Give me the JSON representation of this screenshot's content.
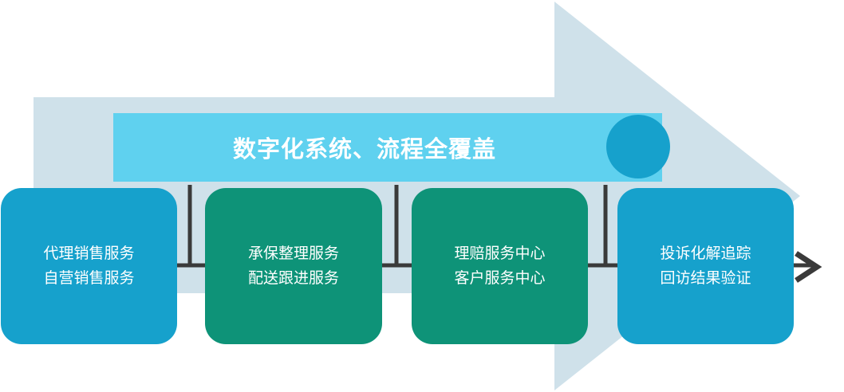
{
  "banner": {
    "title": "数字化系统、流程全覆盖"
  },
  "stages": [
    {
      "lines": [
        "代理销售服务",
        "自营销售服务"
      ]
    },
    {
      "lines": [
        "承保整理服务",
        "配送跟进服务"
      ]
    },
    {
      "lines": [
        "理赔服务中心",
        "客户服务中心"
      ]
    },
    {
      "lines": [
        "投诉化解追踪",
        "回访结果验证"
      ]
    }
  ],
  "colors": {
    "big_arrow": "#cfe1ea",
    "banner": "#5fd1ef",
    "banner_circle": "#16a1cc",
    "box_blue": "#16a1cc",
    "box_green": "#0e9378",
    "timeline": "#3a3a3a"
  }
}
